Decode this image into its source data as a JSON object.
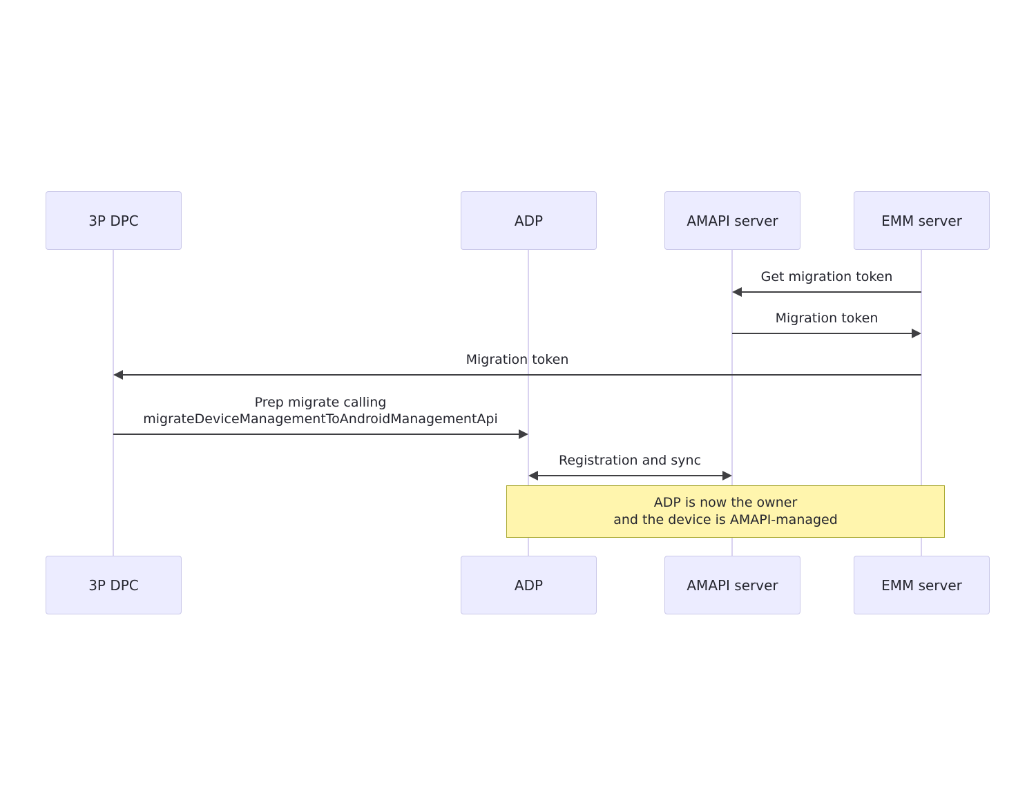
{
  "diagram": {
    "type": "sequence-diagram",
    "actors": [
      {
        "label": "3P DPC"
      },
      {
        "label": "ADP"
      },
      {
        "label": "AMAPI server"
      },
      {
        "label": "EMM server"
      }
    ],
    "messages": [
      {
        "label": "Get migration token",
        "from": "EMM server",
        "to": "AMAPI server",
        "direction": "left"
      },
      {
        "label": "Migration token",
        "from": "AMAPI server",
        "to": "EMM server",
        "direction": "right"
      },
      {
        "label": "Migration token",
        "from": "EMM server",
        "to": "3P DPC",
        "direction": "left"
      },
      {
        "label_line1": "Prep migrate calling",
        "label_line2": "migrateDeviceManagementToAndroidManagementApi",
        "from": "3P DPC",
        "to": "ADP",
        "direction": "right"
      },
      {
        "label": "Registration and sync",
        "from": "ADP",
        "to": "AMAPI server",
        "direction": "both"
      }
    ],
    "note": {
      "line1": "ADP is now the owner",
      "line2": "and the device is AMAPI-managed"
    },
    "colors": {
      "actor_fill": "#ECECFF",
      "actor_border": "#c9c7e8",
      "lifeline": "#d9d2f0",
      "arrow": "#3f3f42",
      "note_fill": "#fff5ad",
      "note_border": "#aaaa33",
      "text": "#24252e"
    }
  }
}
